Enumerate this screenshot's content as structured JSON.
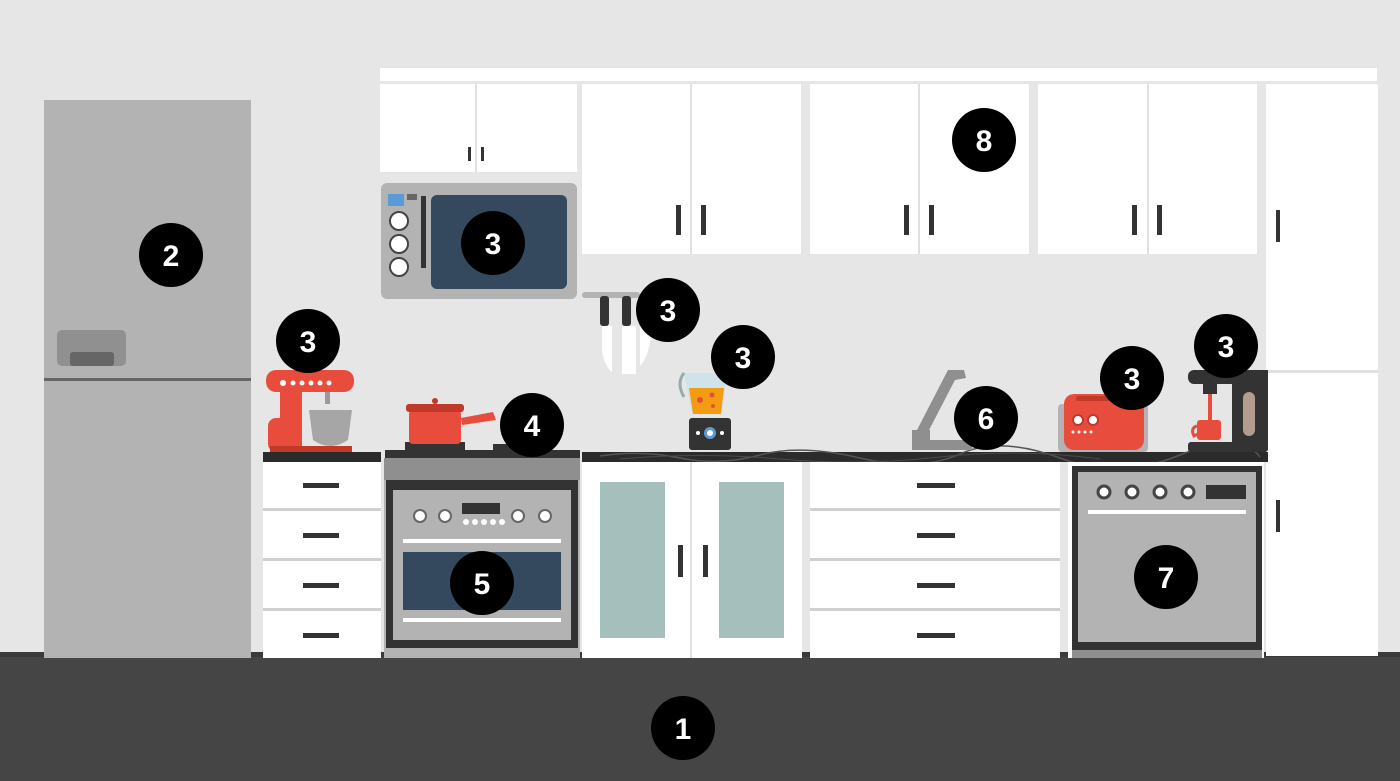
{
  "badges": {
    "floor": "1",
    "refrigerator": "2",
    "microwave": "3",
    "knives": "3",
    "stand_mixer": "3",
    "blender": "3",
    "toaster": "3",
    "coffee_maker": "3",
    "cooktop": "4",
    "oven": "5",
    "sink": "6",
    "dishwasher": "7",
    "cabinets": "8"
  },
  "colors": {
    "wall": "#e6e6e6",
    "floor": "#454545",
    "cabinet": "#ffffff",
    "appliance_gray": "#b3b3b3",
    "accent_red": "#e74c3c",
    "screen_navy": "#34495e",
    "glass_teal": "#a5bfbd",
    "badge": "#000000"
  }
}
